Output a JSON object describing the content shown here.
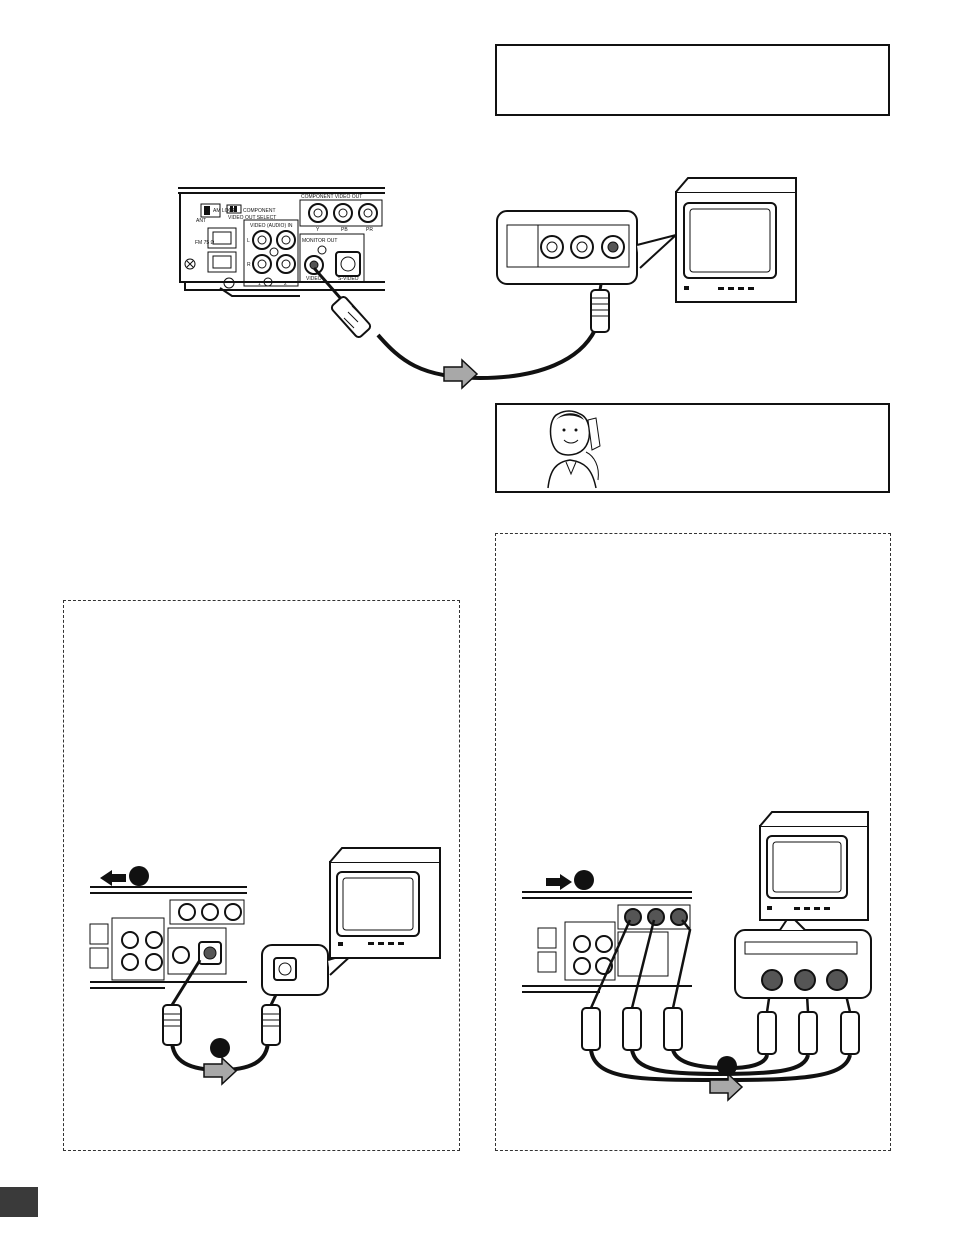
{
  "note_box": {
    "text": ""
  },
  "tip_box": {
    "text": ""
  },
  "left_panel": {
    "text": ""
  },
  "right_panel": {
    "text": ""
  },
  "receiver_labels": {
    "am_loop": "AM LOOP",
    "ant": "ANT",
    "fm": "FM 75 Ω",
    "component_video_out": "COMPONENT VIDEO OUT",
    "video_out_select": "VIDEO OUT SELECT",
    "component": "COMPONENT",
    "video_audio_in": "VIDEO (AUDIO) IN",
    "monitor_out": "MONITOR OUT",
    "video": "VIDEO",
    "s_video": "S-VIDEO",
    "y": "Y",
    "pb": "PB",
    "pr": "PR",
    "l": "L",
    "r": "R",
    "one": "1",
    "two": "2"
  },
  "colors": {
    "frame": "#111111",
    "arrow_fill": "#a8a8a8",
    "page_tab": "#3a3a3a"
  },
  "icons": [
    "receiver-rear-panel",
    "tv-monitor",
    "video-cable",
    "direction-arrow",
    "person-on-phone"
  ]
}
